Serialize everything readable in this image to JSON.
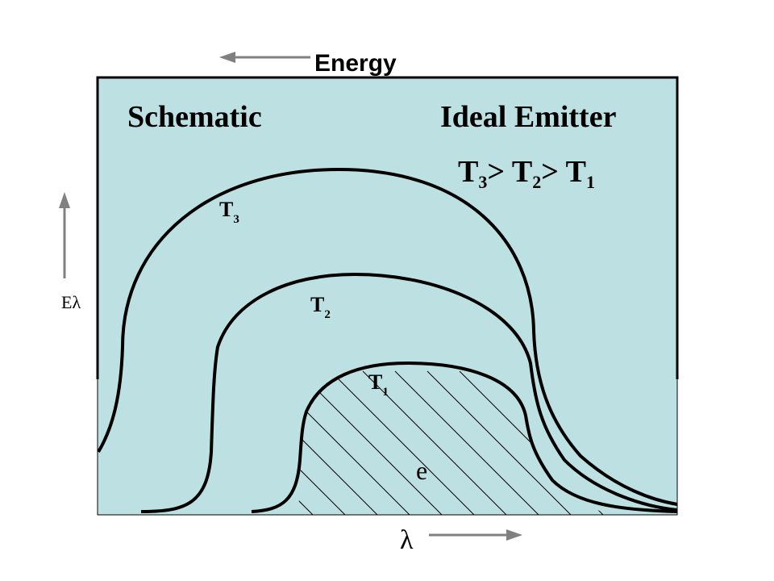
{
  "energy_label": "Energy",
  "title_left": "Schematic",
  "title_right": "Ideal Emitter",
  "relation": {
    "t3": "T",
    "s3": "3",
    "gt1": "> ",
    "t2": "T",
    "s2": "2",
    "gt2": "> ",
    "t1": "T",
    "s1": "1"
  },
  "curves": [
    {
      "main": "T",
      "sub": "3"
    },
    {
      "main": "T",
      "sub": "2"
    },
    {
      "main": "T",
      "sub": "1"
    }
  ],
  "y_axis_label": "Eλ",
  "x_axis_label": "λ",
  "region_label": "e",
  "colors": {
    "panel": "#bde0e3",
    "curve": "#000000",
    "arrow": "#808080"
  }
}
